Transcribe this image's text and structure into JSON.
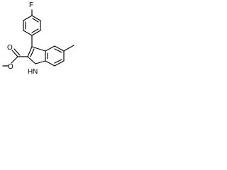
{
  "structure": {
    "type": "chemical-structure",
    "labels": {
      "fluorine": "F",
      "ester_oxygen_top": "O",
      "ester_oxygen_bottom": "O",
      "nitrogen": "N",
      "nitrogen_hydrogen": "H"
    }
  },
  "colors": {
    "background": "#ffffff",
    "ink": "#000000"
  }
}
